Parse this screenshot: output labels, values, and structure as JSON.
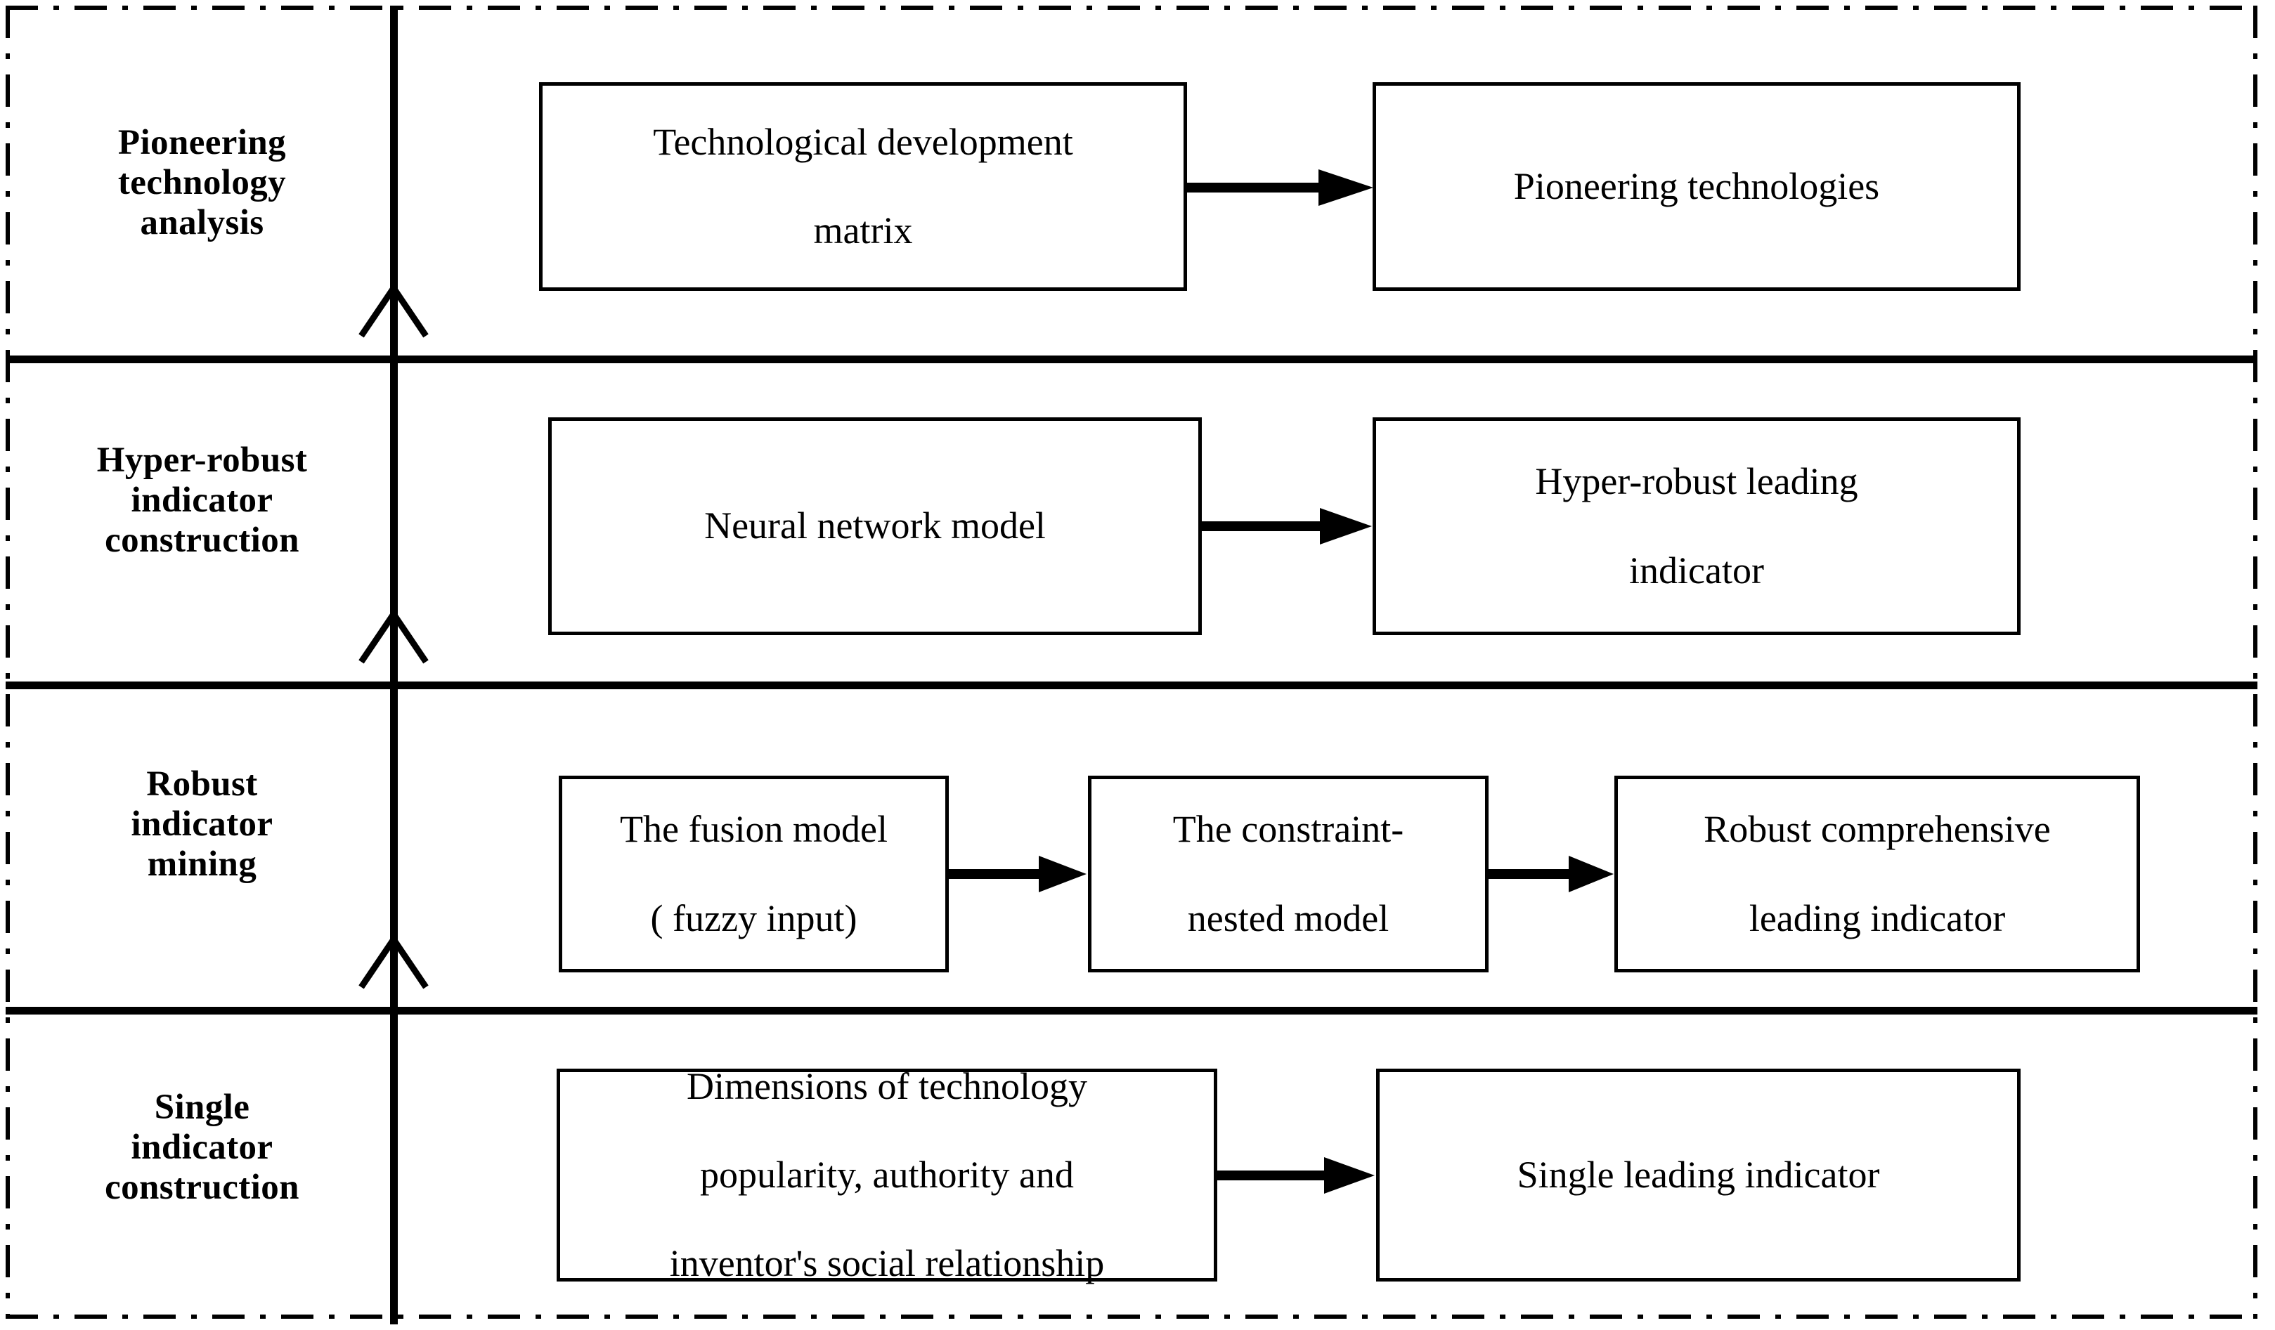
{
  "diagram": {
    "title": "Hierarchical leading indicator construction framework",
    "colors": {
      "line": "#000000",
      "background": "#ffffff",
      "text": "#000000"
    },
    "border_style": "dash-dot",
    "axis": {
      "orientation": "vertical",
      "arrowhead_style": "open-chevron",
      "arrow_count": 3,
      "direction": "upward"
    },
    "rows": [
      {
        "id": "pioneering-technology-analysis",
        "label": "Pioneering\ntechnology\nanalysis",
        "label_lines": [
          "Pioneering",
          "technology",
          "analysis"
        ],
        "nodes": [
          {
            "id": "technological-development-matrix",
            "lines": [
              "Technological development",
              "matrix"
            ]
          },
          {
            "id": "pioneering-technologies",
            "lines": [
              "Pioneering technologies"
            ]
          }
        ],
        "connectors": [
          {
            "from": "technological-development-matrix",
            "to": "pioneering-technologies",
            "style": "solid-arrow",
            "direction": "right"
          }
        ]
      },
      {
        "id": "hyper-robust-indicator-construction",
        "label": "Hyper-robust\nindicator\nconstruction",
        "label_lines": [
          "Hyper-robust",
          "indicator",
          "construction"
        ],
        "nodes": [
          {
            "id": "neural-network-model",
            "lines": [
              "Neural network model"
            ]
          },
          {
            "id": "hyper-robust-leading-indicator",
            "lines": [
              "Hyper-robust leading",
              "indicator"
            ]
          }
        ],
        "connectors": [
          {
            "from": "neural-network-model",
            "to": "hyper-robust-leading-indicator",
            "style": "solid-arrow",
            "direction": "right"
          }
        ]
      },
      {
        "id": "robust-indicator-mining",
        "label": "Robust\nindicator\nmining",
        "label_lines": [
          "Robust",
          "indicator",
          "mining"
        ],
        "nodes": [
          {
            "id": "the-fusion-model",
            "lines": [
              "The fusion model",
              "( fuzzy input)"
            ]
          },
          {
            "id": "the-constraint-nested-model",
            "lines": [
              "The constraint-",
              "nested model"
            ]
          },
          {
            "id": "robust-comprehensive-leading-indicator",
            "lines": [
              "Robust comprehensive",
              "leading indicator"
            ]
          }
        ],
        "connectors": [
          {
            "from": "the-fusion-model",
            "to": "the-constraint-nested-model",
            "style": "solid-arrow",
            "direction": "right"
          },
          {
            "from": "the-constraint-nested-model",
            "to": "robust-comprehensive-leading-indicator",
            "style": "solid-arrow",
            "direction": "right"
          }
        ]
      },
      {
        "id": "single-indicator-construction",
        "label": "Single\nindicator\nconstruction",
        "label_lines": [
          "Single",
          "indicator",
          "construction"
        ],
        "nodes": [
          {
            "id": "dimensions-of-technology",
            "lines": [
              "Dimensions of technology",
              "popularity, authority and",
              "inventor's social relationship"
            ]
          },
          {
            "id": "single-leading-indicator",
            "lines": [
              "Single leading indicator"
            ]
          }
        ],
        "connectors": [
          {
            "from": "dimensions-of-technology",
            "to": "single-leading-indicator",
            "style": "solid-arrow",
            "direction": "right"
          }
        ]
      }
    ]
  },
  "labels": {
    "row1": {
      "l1": "Pioneering",
      "l2": "technology",
      "l3": "analysis"
    },
    "row2": {
      "l1": "Hyper-robust",
      "l2": "indicator",
      "l3": "construction"
    },
    "row3": {
      "l1": "Robust",
      "l2": "indicator",
      "l3": "mining"
    },
    "row4": {
      "l1": "Single",
      "l2": "indicator",
      "l3": "construction"
    }
  },
  "boxes": {
    "r1b1": {
      "l1": "Technological development",
      "l2": "matrix"
    },
    "r1b2": {
      "l1": "Pioneering technologies"
    },
    "r2b1": {
      "l1": "Neural network model"
    },
    "r2b2": {
      "l1": "Hyper-robust leading",
      "l2": "indicator"
    },
    "r3b1": {
      "l1": "The fusion model",
      "l2": "( fuzzy input)"
    },
    "r3b2": {
      "l1": "The constraint-",
      "l2": "nested model"
    },
    "r3b3": {
      "l1": "Robust comprehensive",
      "l2": "leading indicator"
    },
    "r4b1": {
      "l1": "Dimensions of technology",
      "l2": "popularity, authority and",
      "l3": "inventor's social relationship"
    },
    "r4b2": {
      "l1": "Single leading indicator"
    }
  }
}
